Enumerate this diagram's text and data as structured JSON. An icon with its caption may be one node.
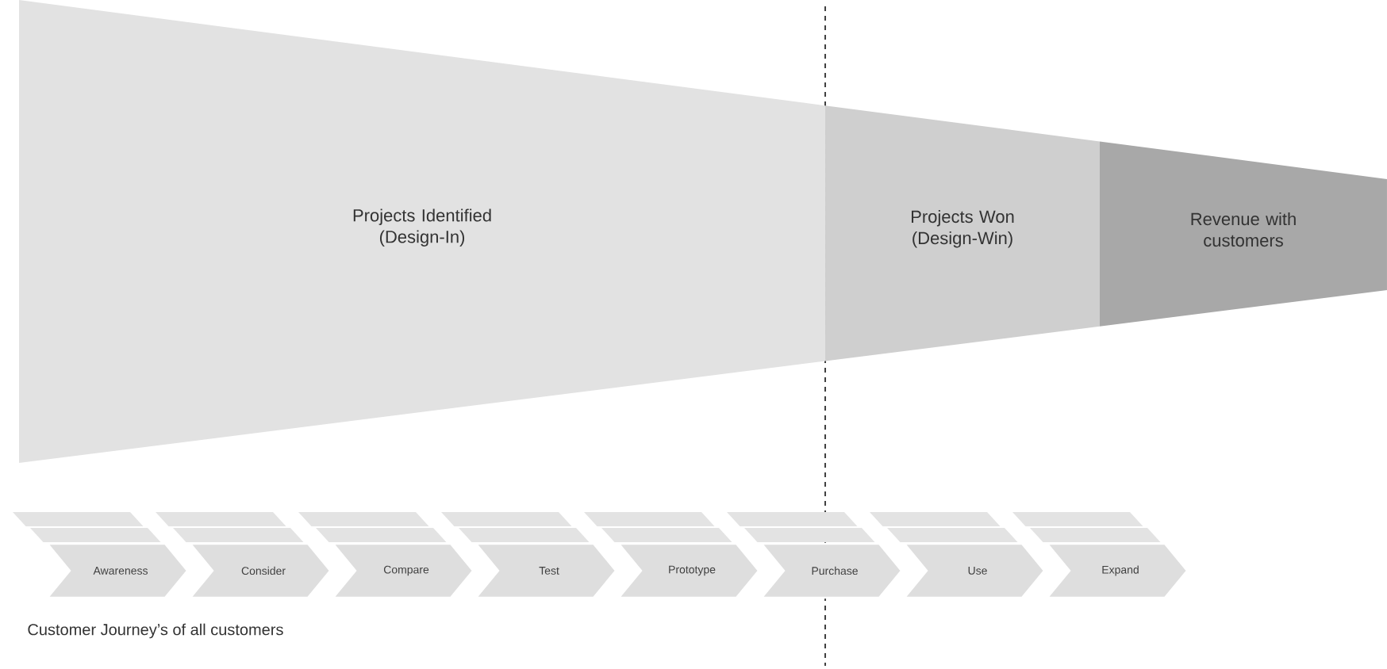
{
  "diagram": {
    "nodes": [
      {
        "text": [
          "Projects Identified (Design-In)"
        ]
      },
      {
        "text": [
          "Projects Won (Design-Win)"
        ]
      },
      {
        "text": [
          "Revenue with customers"
        ]
      },
      {
        "text": [
          "Awareness"
        ]
      },
      {
        "text": [
          "Consider"
        ]
      },
      {
        "text": [
          "Compare"
        ]
      },
      {
        "text": [
          "Test"
        ]
      },
      {
        "text": [
          "Prototype"
        ]
      },
      {
        "text": [
          "Purchase"
        ]
      },
      {
        "text": [
          "Use"
        ]
      },
      {
        "text": [
          "Expand"
        ]
      }
    ],
    "edges": [],
    "labels": [
      "Customer Journey’s of all customers"
    ]
  }
}
